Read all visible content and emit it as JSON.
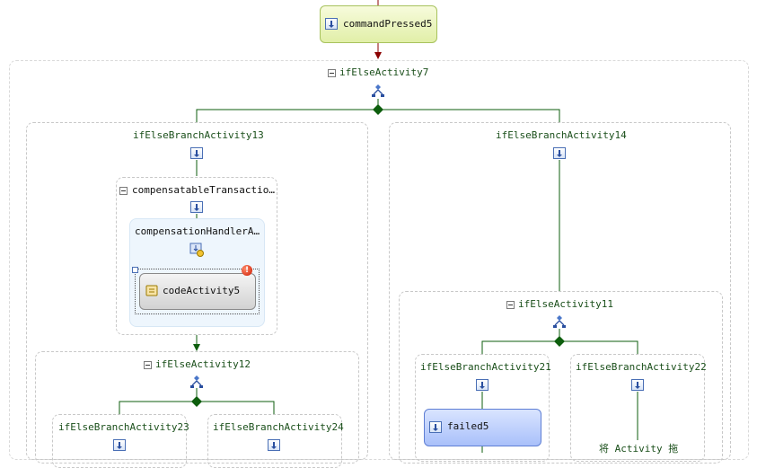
{
  "activities": {
    "command_pressed": "commandPressed5",
    "if_else_7": "ifElseActivity7",
    "branch_13": "ifElseBranchActivity13",
    "branch_14": "ifElseBranchActivity14",
    "compensatable_tx": "compensatableTransactio…",
    "compensation_handler": "compensationHandlerA…",
    "code_activity": "codeActivity5",
    "if_else_12": "ifElseActivity12",
    "branch_23": "ifElseBranchActivity23",
    "branch_24": "ifElseBranchActivity24",
    "if_else_11": "ifElseActivity11",
    "branch_21": "ifElseBranchActivity21",
    "branch_22": "ifElseBranchActivity22",
    "failed": "failed5",
    "drop_hint": "将 Activity 拖"
  },
  "error_badge": "!",
  "colors": {
    "connector": "#0d5e0d",
    "top_arrow": "#8b0000",
    "event_fill": "#eef7c4",
    "event_border": "#a7c25d",
    "failed_fill": "#b6ccff",
    "failed_border": "#5f7fd4",
    "code_fill": "#e6e6e6",
    "code_border": "#8a8a8a"
  }
}
